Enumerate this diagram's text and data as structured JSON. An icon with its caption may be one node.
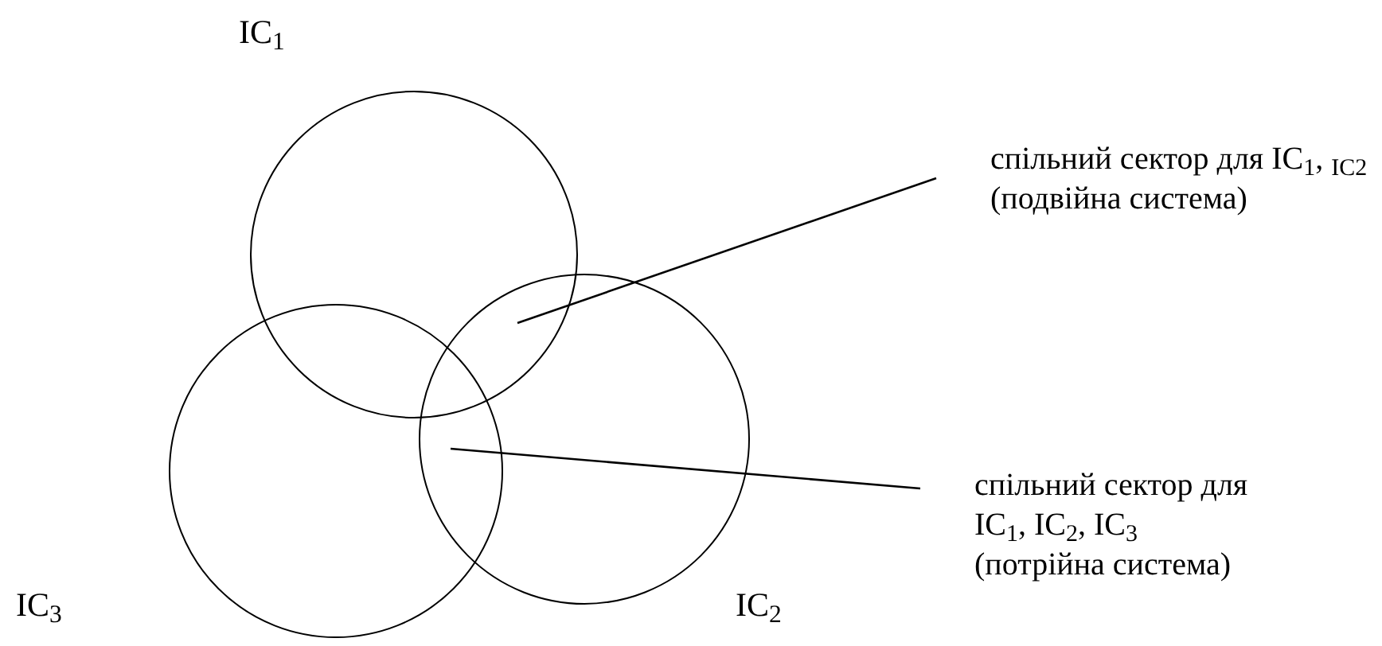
{
  "diagram": {
    "nodes": [
      {
        "text": [],
        "shape": "circle",
        "beside": [
          "IC$_{1}$"
        ]
      },
      {
        "text": [],
        "shape": "circle",
        "beside": [
          "IC$_{2}$"
        ]
      },
      {
        "text": [],
        "shape": "circle",
        "beside": [
          "IC$_{3}$"
        ]
      },
      {
        "text": [
          "спільний сектор для IC$_{1}$, $_{IC2}$ (подвійна система)"
        ]
      },
      {
        "text": [
          "спільний сектор для IC$_{1}$, IC$_{2}$, IC$_{3}$ (потрійна система)"
        ]
      }
    ],
    "edges": [
      {
        "from": 3,
        "to": 0,
        "arrow": "none"
      },
      {
        "from": 4,
        "to": 1,
        "arrow": "none"
      }
    ]
  }
}
